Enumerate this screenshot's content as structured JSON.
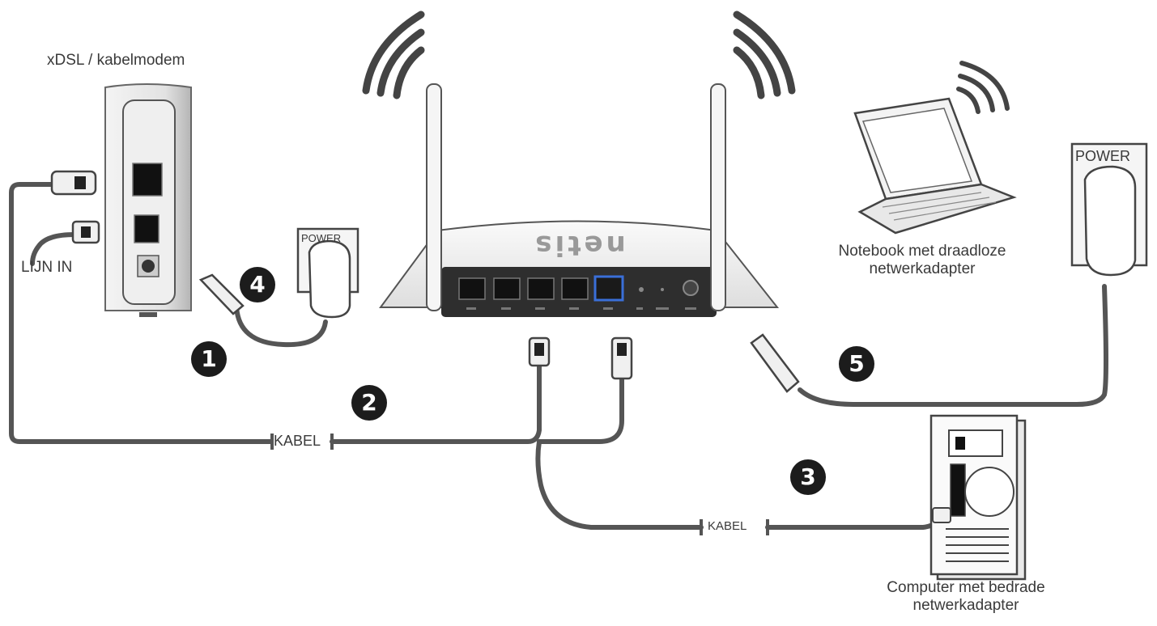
{
  "labels": {
    "modem": "xDSL / kabelmodem",
    "line_in": "LIJN IN",
    "cable_1": "KABEL",
    "cable_2": "KABEL",
    "power_left": "POWER",
    "power_right": "POWER",
    "notebook_line1": "Notebook met draadloze",
    "notebook_line2": "netwerkadapter",
    "computer_line1": "Computer met bedrade",
    "computer_line2": "netwerkadapter",
    "router_brand": "netis"
  },
  "steps": [
    "1",
    "2",
    "3",
    "4",
    "5"
  ],
  "colors": {
    "line": "#3a3a3a",
    "wan_port": "#3a6fd8",
    "badge": "#1c1c1c"
  }
}
